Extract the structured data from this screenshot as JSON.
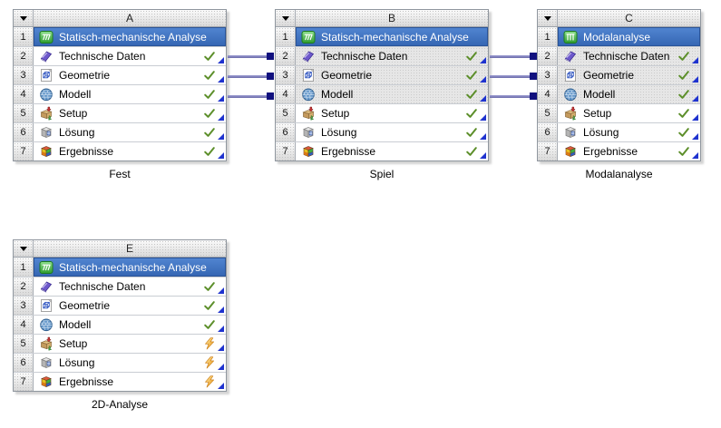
{
  "colors": {
    "selected_row_blue": "#3d74c4",
    "check_green": "#5d8f2b",
    "refresh_bolt_orange": "#f0a11c",
    "link_line": "#8080bf",
    "link_square": "#10107e",
    "context_triangle_blue": "#1f33cf"
  },
  "links": [
    {
      "from": "A",
      "to": "B",
      "rows": [
        "2",
        "3",
        "4"
      ]
    },
    {
      "from": "B",
      "to": "C",
      "rows": [
        "2",
        "3",
        "4"
      ]
    }
  ],
  "systems": [
    {
      "letter": "A",
      "caption": "Fest",
      "rows": [
        {
          "num": "1",
          "label": "Statisch-mechanische Analyse",
          "icon": "static-structural-icon",
          "status": "selected"
        },
        {
          "num": "2",
          "label": "Technische Daten",
          "icon": "engineering-data-icon",
          "status": "up-to-date"
        },
        {
          "num": "3",
          "label": "Geometrie",
          "icon": "geometry-icon",
          "status": "up-to-date"
        },
        {
          "num": "4",
          "label": "Modell",
          "icon": "model-icon",
          "status": "up-to-date"
        },
        {
          "num": "5",
          "label": "Setup",
          "icon": "setup-icon",
          "status": "up-to-date"
        },
        {
          "num": "6",
          "label": "Lösung",
          "icon": "solution-icon",
          "status": "up-to-date"
        },
        {
          "num": "7",
          "label": "Ergebnisse",
          "icon": "results-icon",
          "status": "up-to-date"
        }
      ]
    },
    {
      "letter": "B",
      "caption": "Spiel",
      "rows": [
        {
          "num": "1",
          "label": "Statisch-mechanische Analyse",
          "icon": "static-structural-icon",
          "status": "selected"
        },
        {
          "num": "2",
          "label": "Technische Daten",
          "icon": "engineering-data-icon",
          "status": "up-to-date",
          "shared": true
        },
        {
          "num": "3",
          "label": "Geometrie",
          "icon": "geometry-icon",
          "status": "up-to-date",
          "shared": true
        },
        {
          "num": "4",
          "label": "Modell",
          "icon": "model-icon",
          "status": "up-to-date",
          "shared": true
        },
        {
          "num": "5",
          "label": "Setup",
          "icon": "setup-icon",
          "status": "up-to-date"
        },
        {
          "num": "6",
          "label": "Lösung",
          "icon": "solution-icon",
          "status": "up-to-date"
        },
        {
          "num": "7",
          "label": "Ergebnisse",
          "icon": "results-icon",
          "status": "up-to-date"
        }
      ]
    },
    {
      "letter": "C",
      "caption": "Modalanalyse",
      "rows": [
        {
          "num": "1",
          "label": "Modalanalyse",
          "icon": "modal-analysis-icon",
          "status": "selected"
        },
        {
          "num": "2",
          "label": "Technische Daten",
          "icon": "engineering-data-icon",
          "status": "up-to-date",
          "shared": true
        },
        {
          "num": "3",
          "label": "Geometrie",
          "icon": "geometry-icon",
          "status": "up-to-date",
          "shared": true
        },
        {
          "num": "4",
          "label": "Modell",
          "icon": "model-icon",
          "status": "up-to-date",
          "shared": true
        },
        {
          "num": "5",
          "label": "Setup",
          "icon": "setup-icon",
          "status": "up-to-date"
        },
        {
          "num": "6",
          "label": "Lösung",
          "icon": "solution-icon",
          "status": "up-to-date"
        },
        {
          "num": "7",
          "label": "Ergebnisse",
          "icon": "results-icon",
          "status": "up-to-date"
        }
      ]
    },
    {
      "letter": "E",
      "caption": "2D-Analyse",
      "rows": [
        {
          "num": "1",
          "label": "Statisch-mechanische Analyse",
          "icon": "static-structural-icon",
          "status": "selected"
        },
        {
          "num": "2",
          "label": "Technische Daten",
          "icon": "engineering-data-icon",
          "status": "up-to-date"
        },
        {
          "num": "3",
          "label": "Geometrie",
          "icon": "geometry-icon",
          "status": "up-to-date"
        },
        {
          "num": "4",
          "label": "Modell",
          "icon": "model-icon",
          "status": "up-to-date"
        },
        {
          "num": "5",
          "label": "Setup",
          "icon": "setup-icon",
          "status": "refresh-required"
        },
        {
          "num": "6",
          "label": "Lösung",
          "icon": "solution-icon",
          "status": "refresh-required"
        },
        {
          "num": "7",
          "label": "Ergebnisse",
          "icon": "results-icon",
          "status": "refresh-required"
        }
      ]
    }
  ]
}
